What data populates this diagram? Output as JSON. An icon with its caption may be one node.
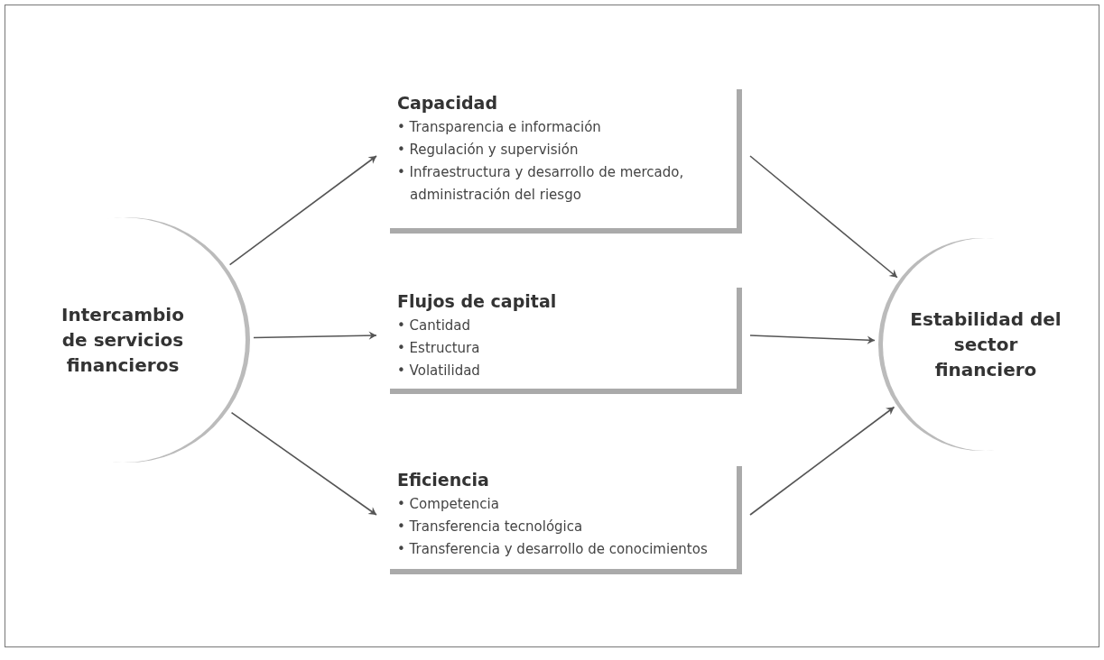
{
  "diagram": {
    "nodes": [
      {
        "text": [
          "Intercambio de servicios financieros"
        ]
      },
      {
        "text": [
          "Capacidad",
          "• Transparencia e información",
          "• Regulación y supervisión",
          "• Infraestructura y desarrollo de mercado, administración del riesgo"
        ]
      },
      {
        "text": [
          "Flujos de capital",
          "• Cantidad",
          "• Estructura",
          "• Volatilidad"
        ]
      },
      {
        "text": [
          "Eficiencia",
          "• Competencia",
          "• Transferencia tecnológica",
          "• Transferencia y desarrollo de conocimientos"
        ]
      },
      {
        "text": [
          "Estabilidad del sector financiero"
        ]
      }
    ],
    "edges": [
      {
        "from": 0,
        "to": 1,
        "arrow": "to"
      },
      {
        "from": 0,
        "to": 2,
        "arrow": "to"
      },
      {
        "from": 0,
        "to": 3,
        "arrow": "to"
      },
      {
        "from": 1,
        "to": 4,
        "arrow": "to"
      },
      {
        "from": 2,
        "to": 4,
        "arrow": "to"
      },
      {
        "from": 3,
        "to": 4,
        "arrow": "to"
      }
    ]
  }
}
